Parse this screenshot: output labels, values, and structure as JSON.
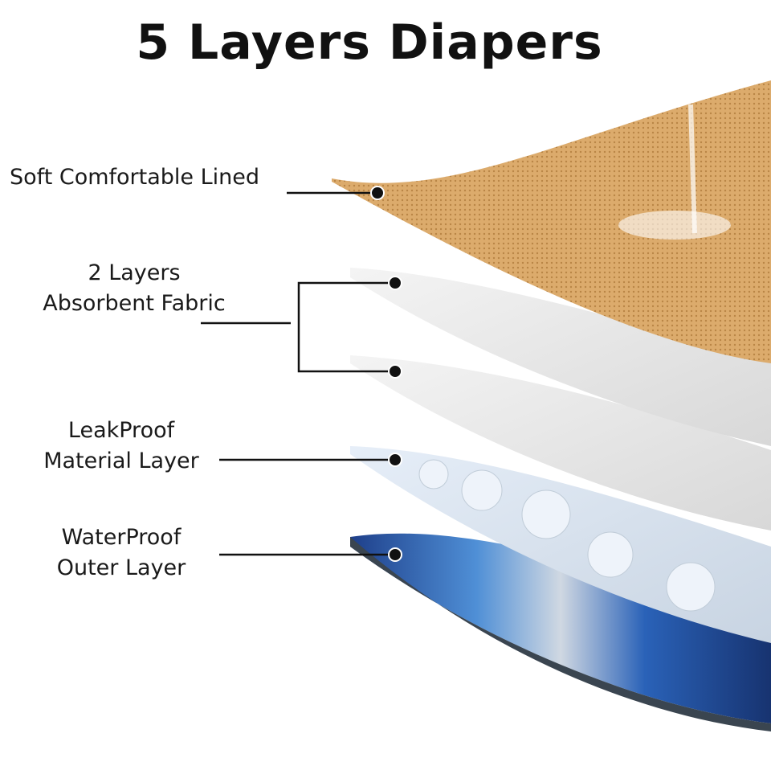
{
  "title": "5 Layers Diapers",
  "layers": [
    {
      "id": "lining",
      "label_lines": [
        "Soft Comfortable Lined"
      ],
      "color": "#d9a868"
    },
    {
      "id": "absorbent",
      "label_lines": [
        "2 Layers",
        "Absorbent Fabric"
      ],
      "color": "#e8e8e8"
    },
    {
      "id": "leakproof",
      "label_lines": [
        "LeakProof",
        "Material Layer"
      ],
      "color": "#cfe0f2"
    },
    {
      "id": "waterproof",
      "label_lines": [
        "WaterProof",
        "Outer Layer"
      ],
      "color": "#2b5fae"
    }
  ],
  "colors": {
    "line": "#111111",
    "dot": "#111111",
    "background": "#ffffff"
  }
}
